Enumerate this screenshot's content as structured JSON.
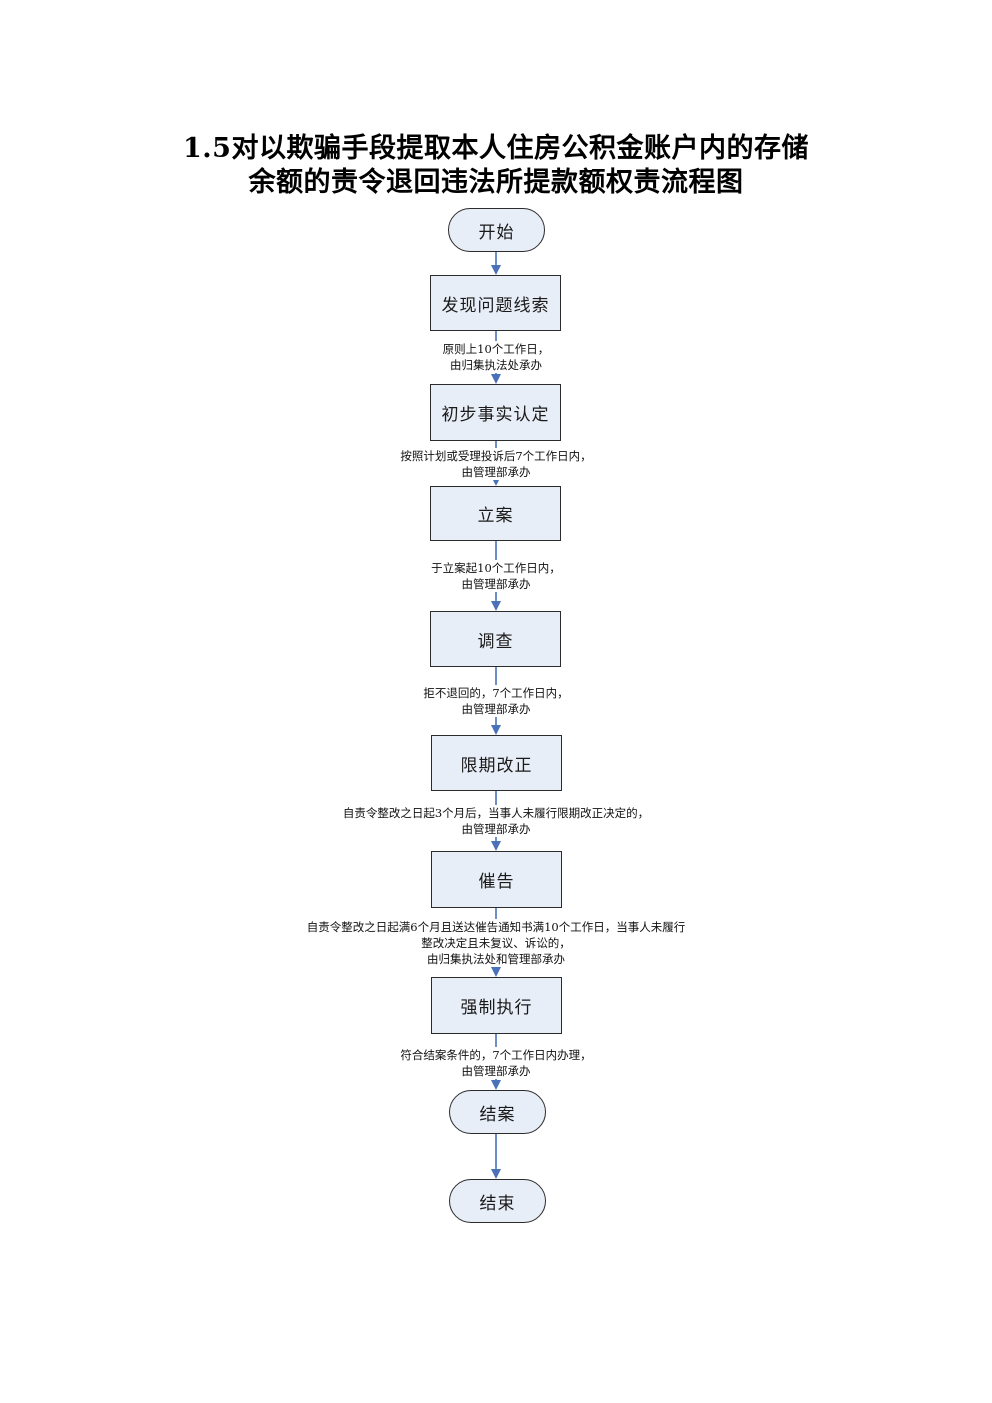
{
  "title": {
    "line1": "1.5对以欺骗手段提取本人住房公积金账户内的存储",
    "line2": "余额的责令退回违法所提款额权责流程图"
  },
  "nodes": {
    "start": "开始",
    "discover": "发现问题线索",
    "prelim": "初步事实认定",
    "filing": "立案",
    "investigate": "调查",
    "rectify": "限期改正",
    "urge": "催告",
    "enforce": "强制执行",
    "close": "结案",
    "end": "结束"
  },
  "edges": {
    "e2": [
      "原则上10个工作日，",
      "由归集执法处承办"
    ],
    "e3": [
      "按照计划或受理投诉后7个工作日内，",
      "由管理部承办"
    ],
    "e4": [
      "于立案起10个工作日内，",
      "由管理部承办"
    ],
    "e5": [
      "拒不退回的，7个工作日内，",
      "由管理部承办"
    ],
    "e6": [
      "自责令整改之日起3个月后，当事人未履行限期改正决定的，",
      "由管理部承办"
    ],
    "e7": [
      "自责令整改之日起满6个月且送达催告通知书满10个工作日，当事人未履行",
      "整改决定且未复议、诉讼的，",
      "由归集执法处和管理部承办"
    ],
    "e8": [
      "符合结案条件的，7个工作日内办理，",
      "由管理部承办"
    ]
  },
  "colors": {
    "node_fill": "#e8eef7",
    "node_border": "#2b2b2b",
    "arrow": "#4a72b8"
  }
}
